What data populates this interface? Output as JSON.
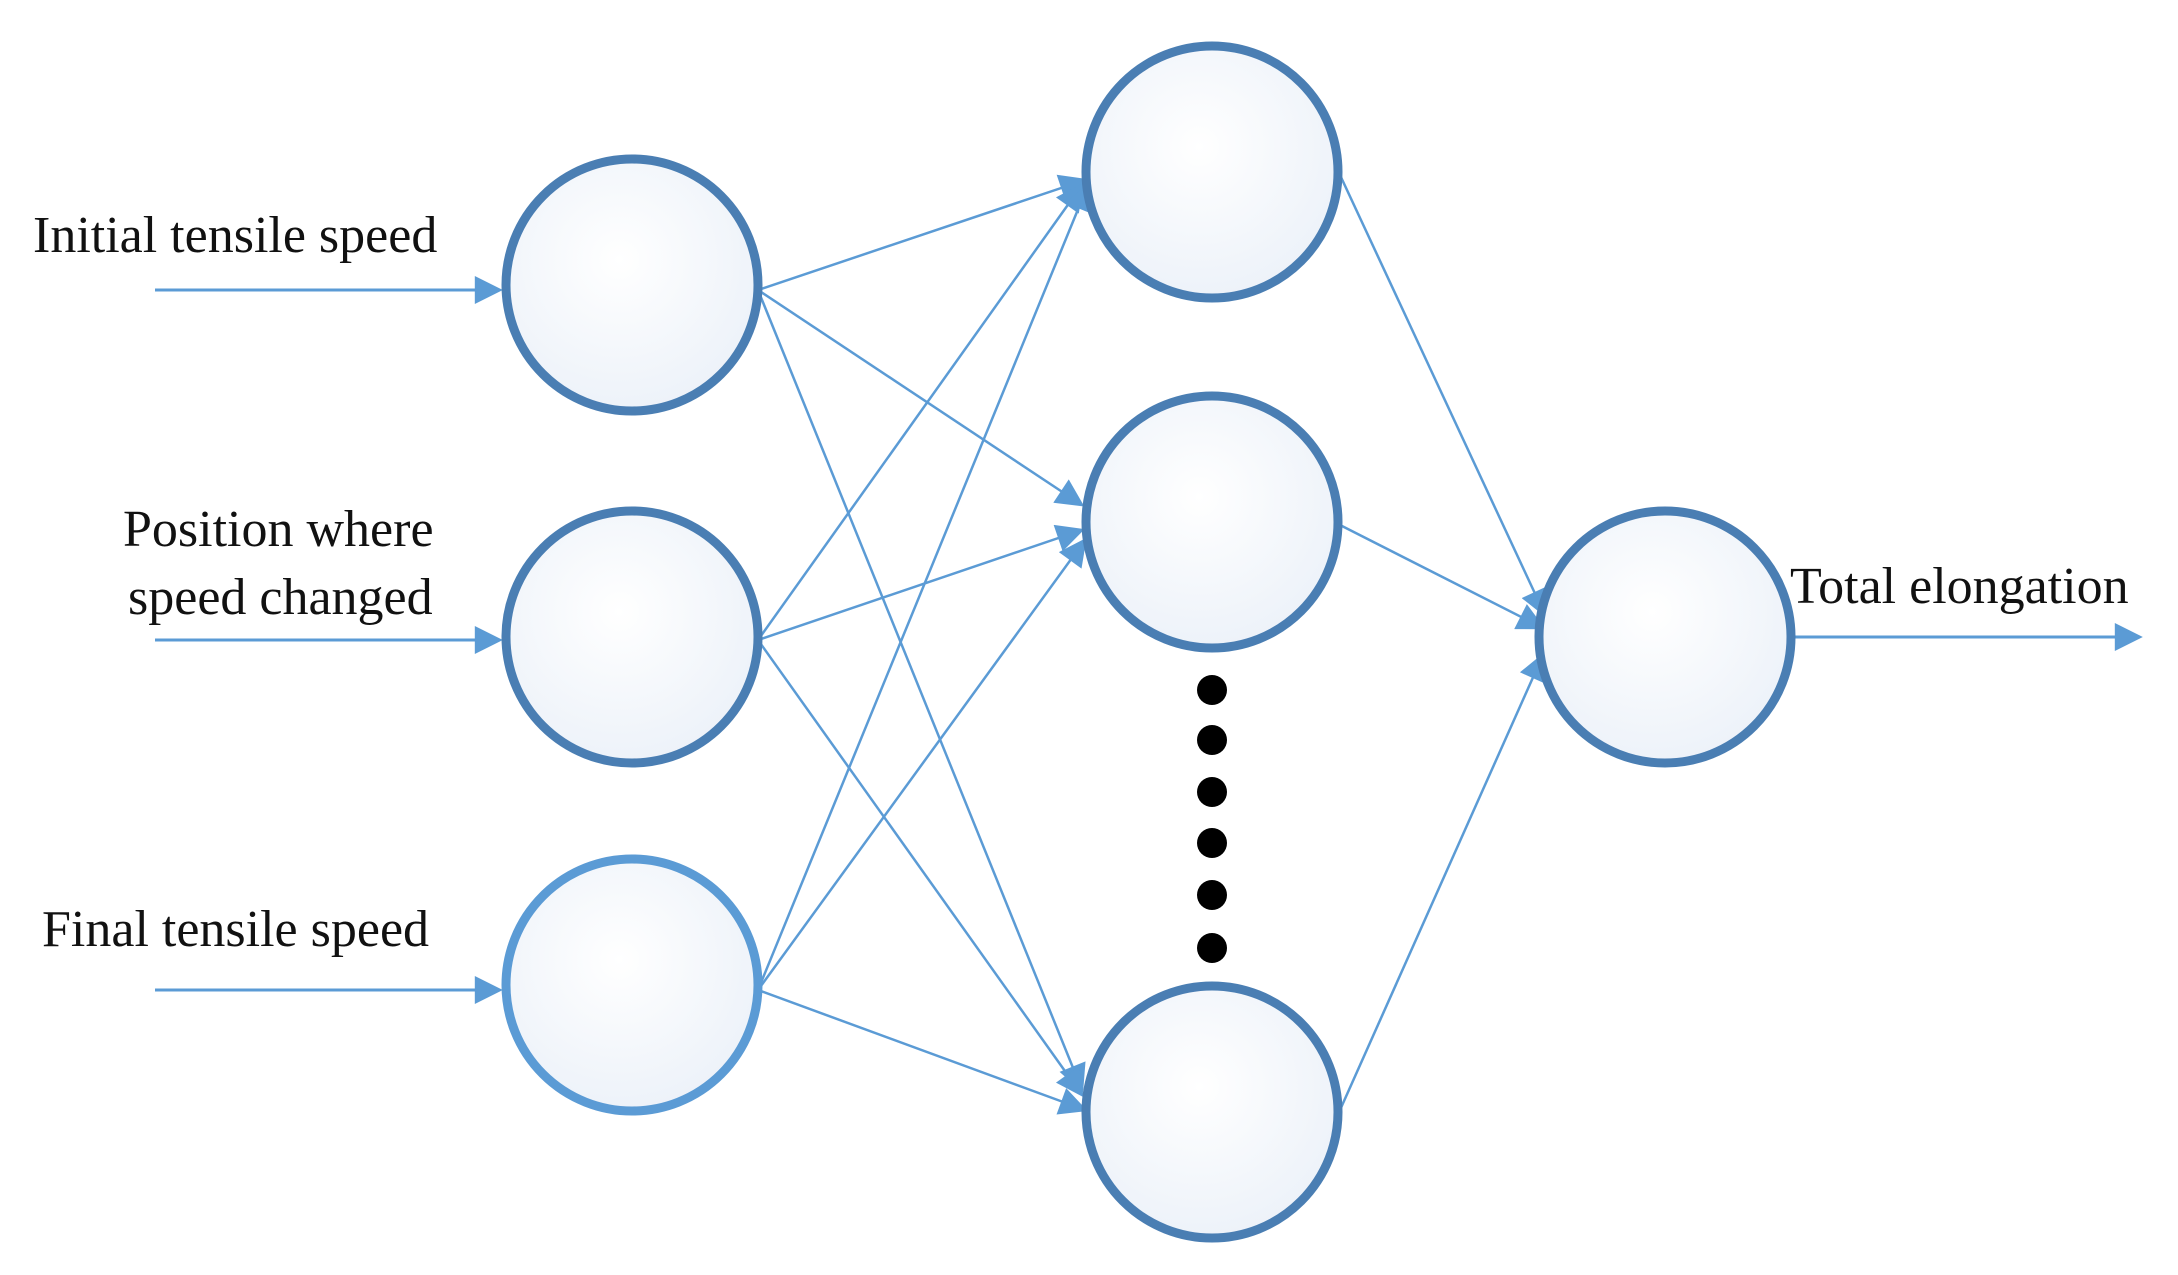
{
  "diagram": {
    "input_labels": [
      "Initial tensile speed",
      "Position where",
      "speed changed",
      "Final tensile speed"
    ],
    "output_label": "Total elongation",
    "layers": {
      "input": 3,
      "hidden_visible": 3,
      "output": 1
    },
    "colors": {
      "edge": "#5b9bd5",
      "node_stroke": "#4a7eb3",
      "node_stroke_light": "#5b9bd5",
      "node_fill": "#f3f6fb",
      "ellipsis_dot": "#000000",
      "text": "#111111"
    }
  }
}
